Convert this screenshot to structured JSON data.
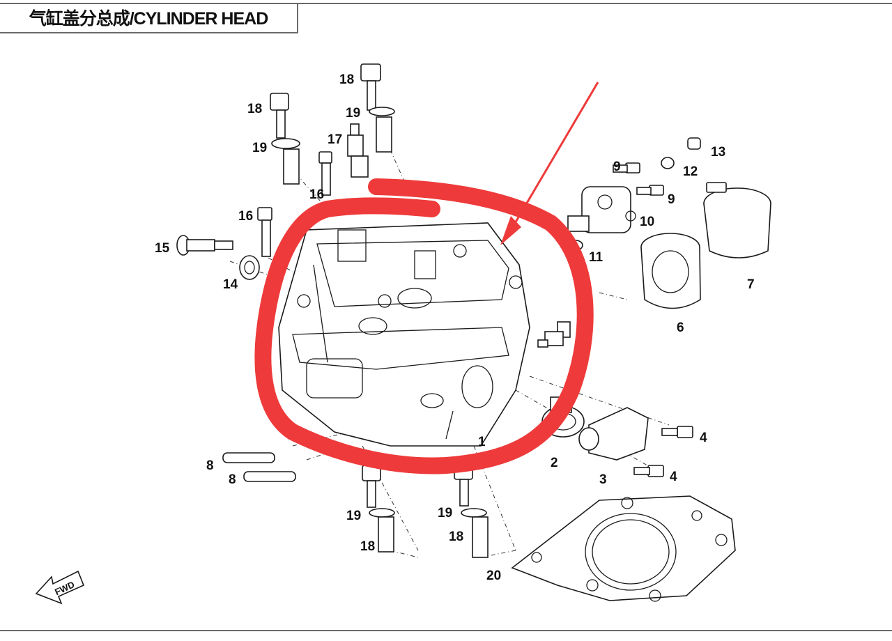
{
  "title": "气缸盖分总成/CYLINDER HEAD",
  "fwd_label": "FWD",
  "highlight_color": "#ee3a3a",
  "callouts": {
    "c1": "1",
    "c2": "2",
    "c3": "3",
    "c4a": "4",
    "c4b": "4",
    "c6": "6",
    "c7": "7",
    "c8a": "8",
    "c8b": "8",
    "c9a": "9",
    "c9b": "9",
    "c10": "10",
    "c11": "11",
    "c12": "12",
    "c13": "13",
    "c14": "14",
    "c15": "15",
    "c16a": "16",
    "c16b": "16",
    "c17": "17",
    "c18a": "18",
    "c18b": "18",
    "c18c": "18",
    "c18d": "18",
    "c19a": "19",
    "c19b": "19",
    "c19c": "19",
    "c19d": "19",
    "c20": "20"
  }
}
